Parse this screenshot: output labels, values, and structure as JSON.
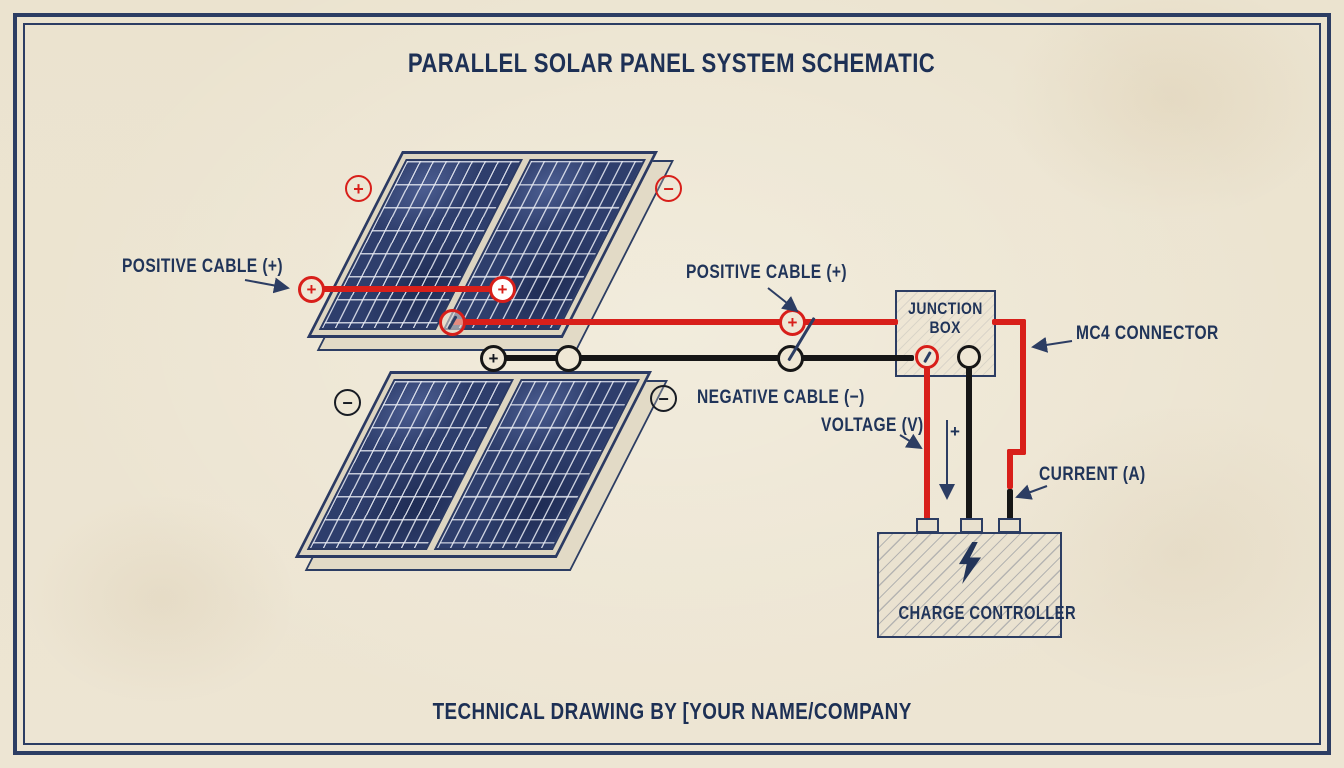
{
  "title": "PARALLEL SOLAR PANEL SYSTEM SCHEMATIC",
  "footer": "TECHNICAL DRAWING BY [YOUR NAME/COMPANY",
  "labels": {
    "positive_cable_left": "POSITIVE CABLE (+)",
    "positive_cable_mid": "POSITIVE CABLE (+)",
    "negative_cable": "NEGATIVE CABLE (−)",
    "voltage": "VOLTAGE (V)",
    "current": "CURRENT (A)",
    "mc4_connector": "MC4 CONNECTOR",
    "plus_marker": "+"
  },
  "junction_box": {
    "line1": "JUNCTION",
    "line2": "BOX"
  },
  "charge_controller": {
    "label": "CHARGE CONTROLLER"
  },
  "symbols": {
    "plus": "+",
    "minus": "−"
  },
  "colors": {
    "background": "#ece4d1",
    "ink_navy": "#2c3d63",
    "wire_red": "#d81f1a",
    "wire_black": "#161616",
    "panel_blue": "#2e3e6c"
  }
}
